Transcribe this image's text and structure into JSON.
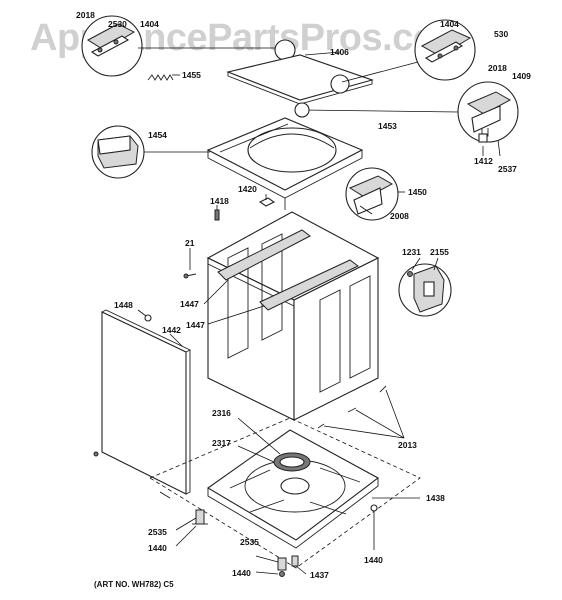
{
  "watermark": "AppliancePartsPros.com",
  "art_number": "(ART NO. WH782) C5",
  "callouts": {
    "c2018_left": "2018",
    "c2530_left": "2530",
    "c1404_left": "1404",
    "c1404_right": "1404",
    "c530_right": "530",
    "c2018_right": "2018",
    "c1409": "1409",
    "c1455": "1455",
    "c1406": "1406",
    "c1454": "1454",
    "c1453": "1453",
    "c1412": "1412",
    "c2537": "2537",
    "c1420": "1420",
    "c1418": "1418",
    "c1450": "1450",
    "c2008": "2008",
    "c21": "21",
    "c1231": "1231",
    "c2155": "2155",
    "c1447_a": "1447",
    "c1447_b": "1447",
    "c1448": "1448",
    "c1442": "1442",
    "c2316": "2316",
    "c2317": "2317",
    "c2013": "2013",
    "c1438": "1438",
    "c2535_a": "2535",
    "c1440_a": "1440",
    "c2535_b": "2535",
    "c1440_b": "1440",
    "c1437": "1437",
    "c1440_c": "1440"
  }
}
